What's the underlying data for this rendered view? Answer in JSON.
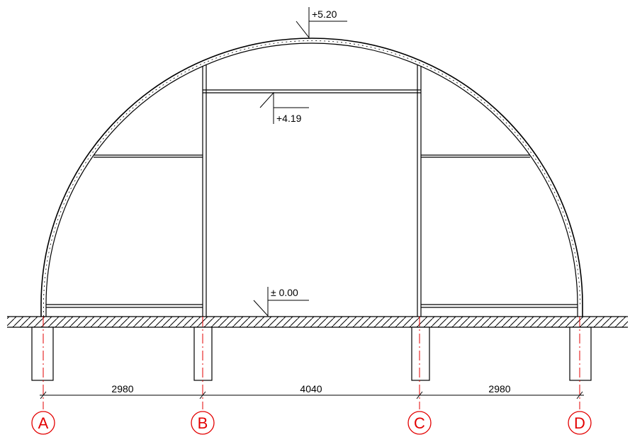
{
  "elevations": {
    "ridge": "+5.20",
    "beam": "+4.19",
    "ground": "± 0.00"
  },
  "dimensions": {
    "span_ab": "2980",
    "span_bc": "4040",
    "span_cd": "2980"
  },
  "axes": [
    "A",
    "B",
    "C",
    "D"
  ],
  "colors": {
    "line": "#000000",
    "axis": "#e30000"
  }
}
